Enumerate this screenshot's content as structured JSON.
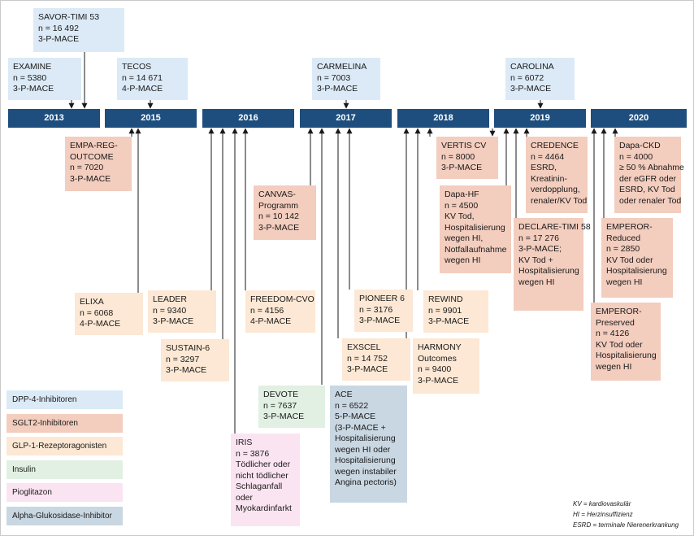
{
  "years": [
    "2013",
    "2015",
    "2016",
    "2017",
    "2018",
    "2019",
    "2020"
  ],
  "trials": {
    "savor": [
      "SAVOR-TIMI 53",
      "n = 16 492",
      "3-P-MACE"
    ],
    "examine": [
      "EXAMINE",
      "n = 5380",
      "3-P-MACE"
    ],
    "tecos": [
      "TECOS",
      "n = 14 671",
      "4-P-MACE"
    ],
    "carmelina": [
      "CARMELINA",
      "n = 7003",
      "3-P-MACE"
    ],
    "carolina": [
      "CAROLINA",
      "n = 6072",
      "3-P-MACE"
    ],
    "empareg": [
      "EMPA-REG-",
      "OUTCOME",
      "n = 7020",
      "3-P-MACE"
    ],
    "canvas": [
      "CANVAS-",
      "Programm",
      "n = 10 142",
      "3-P-MACE"
    ],
    "vertis": [
      "VERTIS CV",
      "n = 8000",
      "3-P-MACE"
    ],
    "credence": [
      "CREDENCE",
      "n = 4464",
      "ESRD,",
      "Kreatinin-",
      "verdopplung,",
      "renaler/KV Tod"
    ],
    "dapackd": [
      "Dapa-CKD",
      "n = 4000",
      "≥ 50 % Abnahme",
      "der eGFR oder",
      "ESRD, KV Tod",
      "oder renaler Tod"
    ],
    "dapahf": [
      "Dapa-HF",
      "n = 4500",
      "KV Tod,",
      "Hospitalisierung",
      "wegen HI,",
      "Notfallaufnahme",
      "wegen HI"
    ],
    "declare": [
      "DECLARE-TIMI 58",
      "n = 17 276",
      "3-P-MACE;",
      "KV Tod +",
      "Hospitalisierung",
      "wegen HI"
    ],
    "empreduced": [
      "EMPEROR-",
      "Reduced",
      "n = 2850",
      "KV Tod oder",
      "Hospitalisierung",
      "wegen HI"
    ],
    "emppreserved": [
      "EMPEROR-",
      "Preserved",
      "n = 4126",
      "KV Tod oder",
      "Hospitalisierung",
      "wegen HI"
    ],
    "elixa": [
      "ELIXA",
      "n = 6068",
      "4-P-MACE"
    ],
    "leader": [
      "LEADER",
      "n = 9340",
      "3-P-MACE"
    ],
    "sustain": [
      "SUSTAIN-6",
      "n = 3297",
      "3-P-MACE"
    ],
    "freedom": [
      "FREEDOM-CVO",
      "n = 4156",
      "4-P-MACE"
    ],
    "pioneer": [
      "PIONEER 6",
      "n = 3176",
      "3-P-MACE"
    ],
    "rewind": [
      "REWIND",
      "n = 9901",
      "3-P-MACE"
    ],
    "exscel": [
      "EXSCEL",
      "n = 14 752",
      "3-P-MACE"
    ],
    "harmony": [
      "HARMONY",
      "Outcomes",
      "n = 9400",
      "3-P-MACE"
    ],
    "devote": [
      "DEVOTE",
      "n = 7637",
      "3-P-MACE"
    ],
    "ace": [
      "ACE",
      "n = 6522",
      "5-P-MACE",
      "(3-P-MACE +",
      "Hospitalisierung",
      "wegen HI oder",
      "Hospitalisierung",
      "wegen instabiler",
      "Angina pectoris)"
    ],
    "iris": [
      "IRIS",
      "n = 3876",
      "Tödlicher oder",
      "nicht tödlicher",
      "Schlaganfall",
      "oder",
      "Myokardinfarkt"
    ]
  },
  "legend": [
    "DPP-4-Inhibitoren",
    "SGLT2-Inhibitoren",
    "GLP-1-Rezeptoragonisten",
    "Insulin",
    "Pioglitazon",
    "Alpha-Glukosidase-Inhibitor"
  ],
  "abbreviations": [
    "KV = kardiovaskulär",
    "HI = Herzinsuffizienz",
    "ESRD = terminale Nierenerkrankung"
  ],
  "colors": {
    "timeline": "#1e4e7d",
    "dpp4": "#dbeaf6",
    "sglt2": "#f3cdbe",
    "glp1": "#fce8d4",
    "insulin": "#e1f0e3",
    "pioglitazone": "#fbe4f1",
    "agi": "#c9d7e2"
  }
}
